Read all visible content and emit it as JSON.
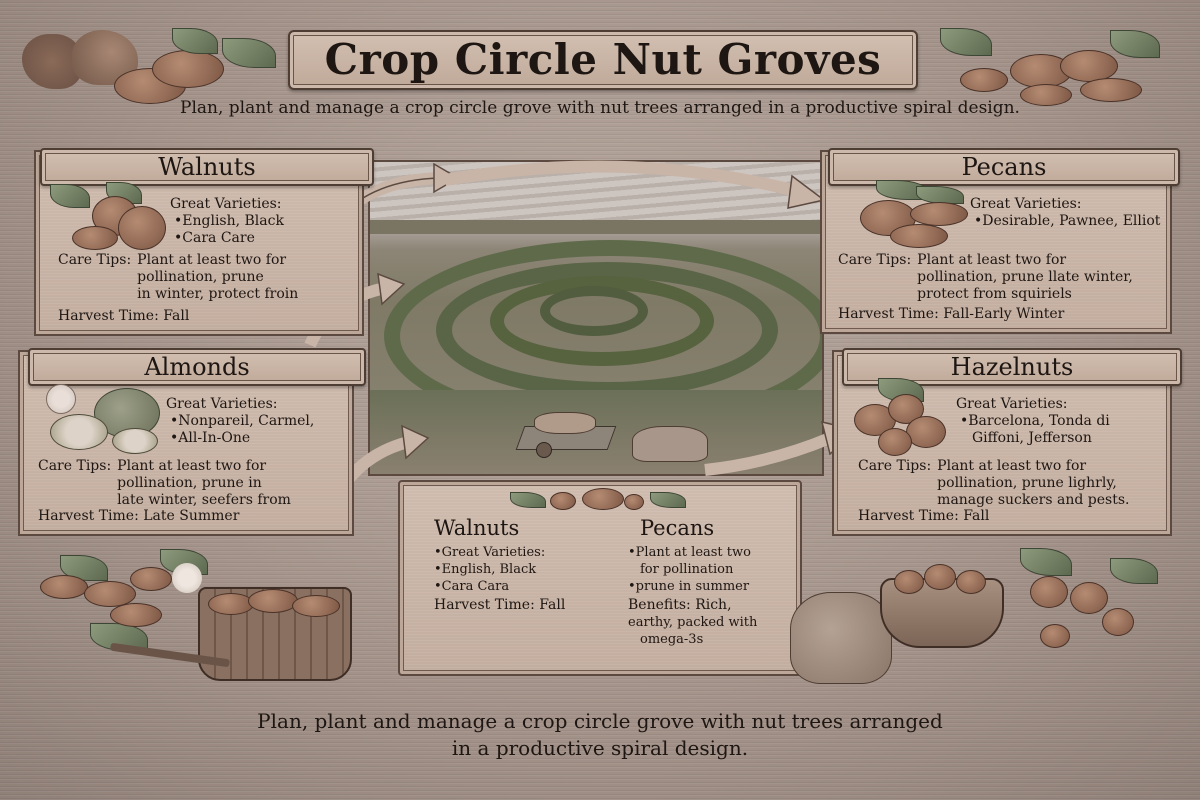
{
  "header": {
    "title": "Crop Circle Nut Groves",
    "subtitle": "Plan, plant and manage a crop circle grove with nut trees arranged in a productive spiral design."
  },
  "cards": {
    "walnuts": {
      "title": "Walnuts",
      "varieties_label": "Great Varieties:",
      "varieties": [
        "English, Black",
        "Cara Care"
      ],
      "care_label": "Care Tips:",
      "care_lines": [
        "Plant at least two for",
        "pollination, prune",
        "in winter, protect froin"
      ],
      "harvest": "Harvest Time: Fall"
    },
    "pecans": {
      "title": "Pecans",
      "varieties_label": "Great Varieties:",
      "varieties": [
        "Desirable, Pawnee, Elliot"
      ],
      "care_label": "Care Tips:",
      "care_lines": [
        "Plant at least two for",
        "pollination, prune llate winter,",
        "protect from squiriels"
      ],
      "harvest": "Harvest Time: Fall-Early Winter"
    },
    "almonds": {
      "title": "Almonds",
      "varieties_label": "Great Varieties:",
      "varieties": [
        "Nonpareil, Carmel,",
        "All-In-One"
      ],
      "care_label": "Care Tips:",
      "care_lines": [
        "Plant at least two for",
        "pollination, prune in",
        "late winter, seefers from"
      ],
      "harvest": "Harvest Time: Late Summer"
    },
    "hazelnuts": {
      "title": "Hazelnuts",
      "varieties_label": "Great Varieties:",
      "varieties": [
        "Barcelona, Tonda di",
        "Giffoni, Jefferson"
      ],
      "care_label": "Care Tips:",
      "care_lines": [
        "Plant at least two for",
        "pollination, prune lighrly,",
        "manage suckers and pests."
      ],
      "harvest": "Harvest Time: Fall"
    }
  },
  "summary": {
    "walnuts": {
      "title": "Walnuts",
      "bullets": [
        "Great Varieties:",
        "English, Black",
        "Cara Cara"
      ],
      "harvest": "Harvest Time: Fall"
    },
    "pecans": {
      "title": "Pecans",
      "bullets": [
        "Plant at least two",
        "prune in summer"
      ],
      "bullet1_cont": "for pollination",
      "benefits": [
        "Benefits: Rich,",
        "earthy, packed with",
        "omega-3s"
      ]
    }
  },
  "footer": {
    "line1": "Plan, plant and manage a crop circle grove with nut trees arranged",
    "line2": "in a productive spiral design."
  },
  "colors": {
    "background": "#a4958d",
    "parchment": "#c9b5a8",
    "ink": "#1e1612",
    "border": "#5c4a40",
    "foliage": "#6e7a5c",
    "nut": "#9c6e58"
  }
}
